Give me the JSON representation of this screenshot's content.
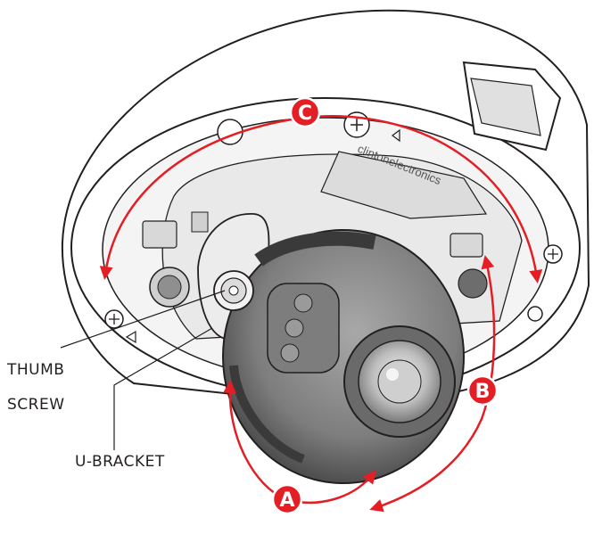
{
  "labels": {
    "thumb_screw_line1": "THUMB",
    "thumb_screw_line2": "SCREW",
    "u_bracket": "U-BRACKET",
    "brand_text": "clintonelectronics"
  },
  "badges": {
    "a": "A",
    "b": "B",
    "c": "C"
  },
  "colors": {
    "arrow": "#e31e24",
    "outline": "#231f20",
    "camera_body": "#8a8a8a",
    "camera_dark": "#5a5a5a"
  }
}
